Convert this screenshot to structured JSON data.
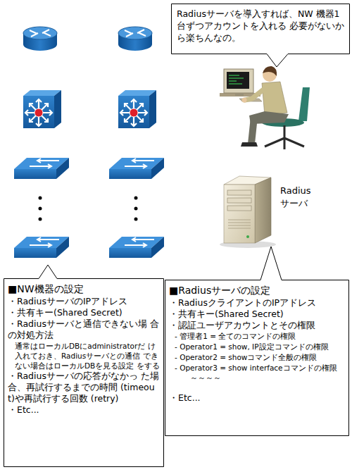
{
  "diagram": {
    "nodes": [
      {
        "text": [
          "Radiusサーバを導入すれば、NW 機器1台ずつアカウントを入れる 必要がないから楽ちんなの。"
        ]
      },
      {
        "text": [
          "Radius サーバ"
        ]
      },
      {
        "text": [
          "■NW機器の設定",
          "・RadiusサーバのIPアドレス",
          "・共有キー(Shared Secret)",
          "・Radiusサーバと通信できない場 合の対処方法",
          "通常はローカルDBにadministratorだ け入れておき、Radiusサーバとの通信 できない場合はローカルDBを見る設定 をする",
          "・Radiusサーバの応答がなかっ た場合、再試行するまでの時間 (timeout)や再試行する回数 (retry)",
          "・Etc..."
        ]
      },
      {
        "text": [
          "■Radiusサーバの設定",
          "・RadiusクライアントのIPアドレス",
          "・共有キー(Shared Secret)",
          "・認証ユーザアカウントとその権限",
          "- 管理者1 = 全てのコマンドの権限",
          "- Operator1 = show, IP設定コマンドの権限",
          "- Operator2 = showコマンド全般の権限",
          "- Operator3 = show interfaceコマンドの権限",
          "～～～～",
          "・Etc..."
        ]
      }
    ]
  }
}
